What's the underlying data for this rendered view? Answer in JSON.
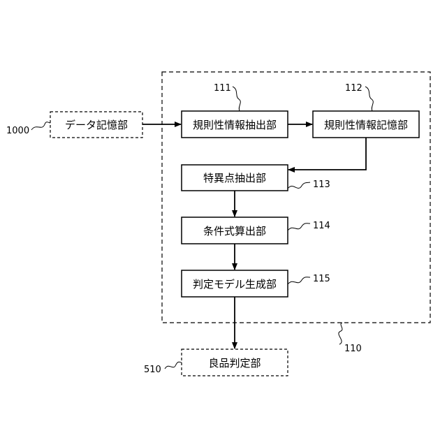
{
  "diagram": {
    "container": {
      "ref": "110"
    },
    "boxes": {
      "data_storage": {
        "label": "データ記憶部",
        "ref": "1000"
      },
      "regularity_extraction": {
        "label": "規則性情報抽出部",
        "ref": "111"
      },
      "regularity_storage": {
        "label": "規則性情報記憶部",
        "ref": "112"
      },
      "singular_point_extraction": {
        "label": "特異点抽出部",
        "ref": "113"
      },
      "condition_calculation": {
        "label": "条件式算出部",
        "ref": "114"
      },
      "judgment_model_generation": {
        "label": "判定モデル生成部",
        "ref": "115"
      },
      "quality_judgment": {
        "label": "良品判定部",
        "ref": "510"
      }
    }
  }
}
